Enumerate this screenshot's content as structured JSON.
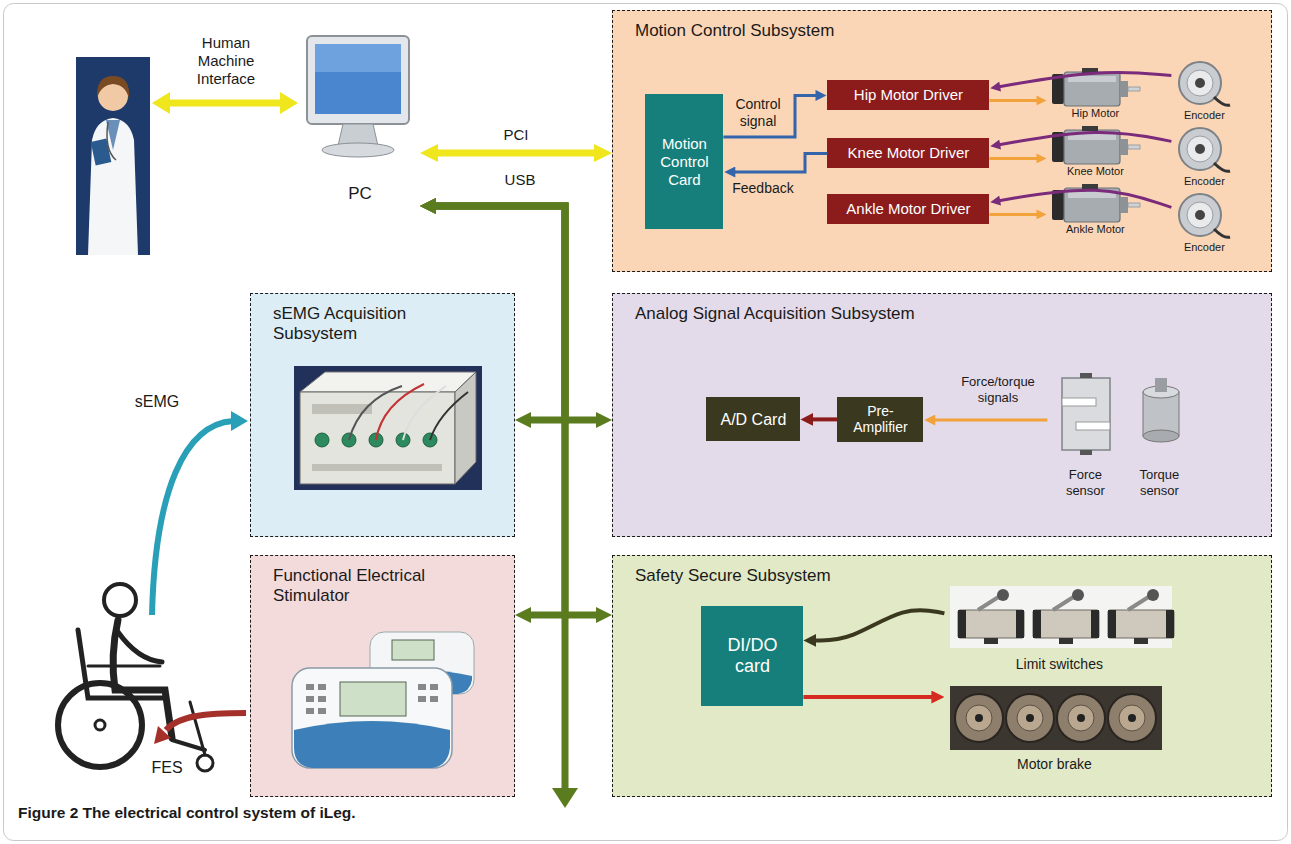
{
  "diagram": {
    "caption": "Figure 2 The electrical control system of iLeg.",
    "nodes": [
      {
        "text": [
          "PC"
        ]
      },
      {
        "text": [
          "Motion Control Subsystem"
        ]
      },
      {
        "text": [
          "Motion Control Card"
        ],
        "in": 1
      },
      {
        "text": [
          "Hip Motor Driver"
        ],
        "in": 1
      },
      {
        "text": [
          "Knee Motor Driver"
        ],
        "in": 1
      },
      {
        "text": [
          "Ankle Motor Driver"
        ],
        "in": 1
      },
      {
        "text": [
          "Hip Motor"
        ],
        "in": 1
      },
      {
        "text": [
          "Knee Motor"
        ],
        "in": 1
      },
      {
        "text": [
          "Ankle Motor"
        ],
        "in": 1
      },
      {
        "text": [
          "Encoder"
        ],
        "in": 1
      },
      {
        "text": [
          "Encoder"
        ],
        "in": 1
      },
      {
        "text": [
          "Encoder"
        ],
        "in": 1
      },
      {
        "text": [
          "sEMG Acquisition Subsystem"
        ]
      },
      {
        "text": [
          "Analog Signal Acquisition Subsystem"
        ]
      },
      {
        "text": [
          "A/D Card"
        ],
        "in": 13
      },
      {
        "text": [
          "Pre-Amplifier"
        ],
        "in": 13
      },
      {
        "text": [
          "Force sensor"
        ],
        "in": 13
      },
      {
        "text": [
          "Torque sensor"
        ],
        "in": 13
      },
      {
        "text": [
          "Functional Electrical Stimulator"
        ]
      },
      {
        "text": [
          "Safety Secure Subsystem"
        ]
      },
      {
        "text": [
          "DI/DO card"
        ],
        "in": 19
      },
      {
        "text": [
          "Limit switches"
        ],
        "in": 19
      },
      {
        "text": [
          "Motor brake"
        ],
        "in": 19
      }
    ],
    "edges": [
      {
        "from": 0,
        "to": 1,
        "label": "PCI",
        "arrow": "both"
      },
      {
        "from": 0,
        "to": 12,
        "arrow": "both"
      },
      {
        "from": 0,
        "to": 13,
        "arrow": "both"
      },
      {
        "from": 0,
        "to": 18,
        "arrow": "both"
      },
      {
        "from": 0,
        "to": 19,
        "arrow": "both"
      },
      {
        "from": 2,
        "to": 3,
        "label": "Control signal",
        "arrow": "to"
      },
      {
        "from": 4,
        "to": 2,
        "label": "Feedback",
        "arrow": "to"
      },
      {
        "from": 3,
        "to": 6,
        "arrow": "to"
      },
      {
        "from": 4,
        "to": 7,
        "arrow": "to"
      },
      {
        "from": 5,
        "to": 8,
        "arrow": "to"
      },
      {
        "from": 9,
        "to": 3,
        "arrow": "to"
      },
      {
        "from": 10,
        "to": 4,
        "arrow": "to"
      },
      {
        "from": 11,
        "to": 5,
        "arrow": "to"
      },
      {
        "from": 16,
        "to": 15,
        "label": "Force/torque signals",
        "arrow": "to"
      },
      {
        "from": 15,
        "to": 14,
        "arrow": "to"
      },
      {
        "from": 21,
        "to": 20,
        "arrow": "to"
      },
      {
        "from": 20,
        "to": 22,
        "arrow": "to"
      }
    ],
    "labels": [
      "Human Machine Interface",
      "USB",
      "sEMG",
      "FES"
    ]
  }
}
